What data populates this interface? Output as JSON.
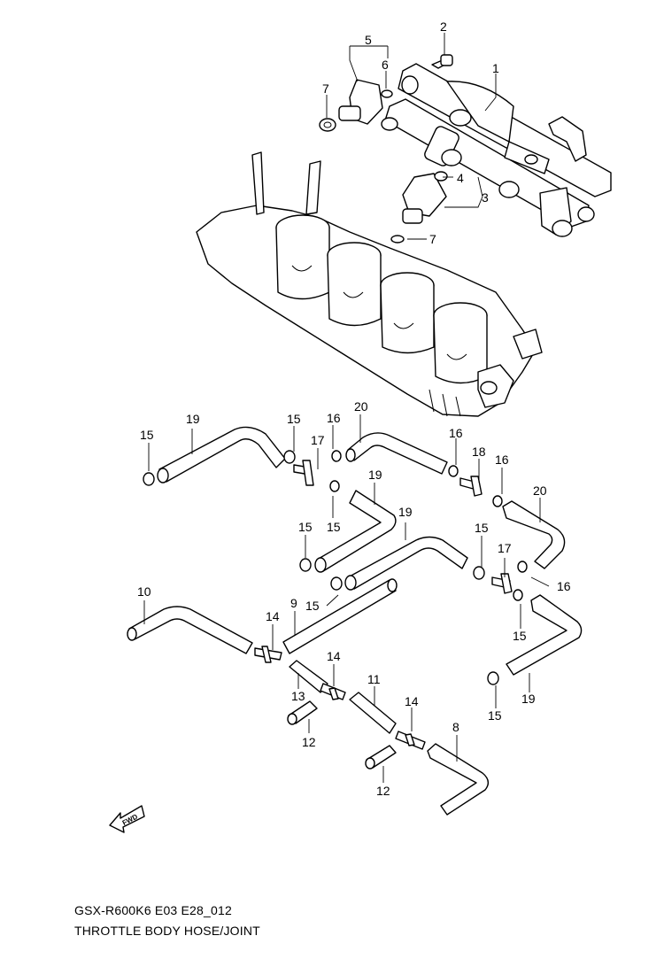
{
  "diagram": {
    "callouts": {
      "c1": "1",
      "c2": "2",
      "c3": "3",
      "c4": "4",
      "c5": "5",
      "c6": "6",
      "c7a": "7",
      "c7b": "7",
      "c8": "8",
      "c9": "9",
      "c10": "10",
      "c11": "11",
      "c12a": "12",
      "c12b": "12",
      "c13": "13",
      "c14a": "14",
      "c14b": "14",
      "c14c": "14",
      "c15a": "15",
      "c15b": "15",
      "c15c": "15",
      "c15d": "15",
      "c15e": "15",
      "c15f": "15",
      "c15g": "15",
      "c15h": "15",
      "c16a": "16",
      "c16b": "16",
      "c16c": "16",
      "c16d": "16",
      "c17a": "17",
      "c17b": "17",
      "c18": "18",
      "c19a": "19",
      "c19b": "19",
      "c19c": "19",
      "c19d": "19",
      "c20a": "20",
      "c20b": "20"
    },
    "fwd_label": "FWD"
  },
  "footer": {
    "code": "GSX-R600K6 E03 E28_012",
    "title": "THROTTLE BODY HOSE/JOINT"
  }
}
